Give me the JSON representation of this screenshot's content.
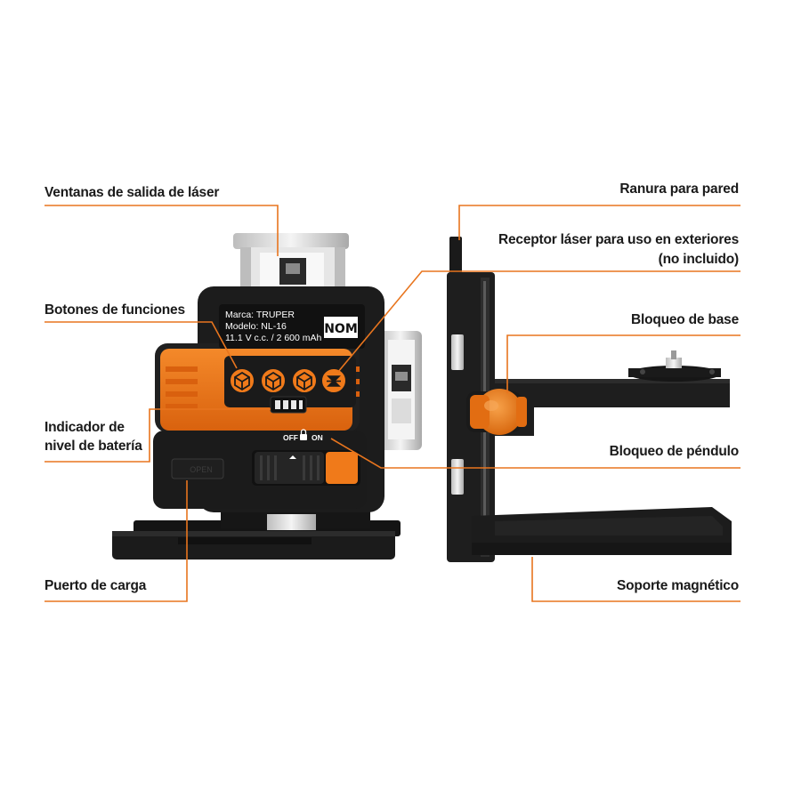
{
  "labels": {
    "laser_windows": "Ventanas de salida de láser",
    "function_buttons": "Botones de funciones",
    "battery_indicator_line1": "Indicador de",
    "battery_indicator_line2": "nivel de batería",
    "charging_port": "Puerto de carga",
    "wall_slot": "Ranura para pared",
    "receiver_line1": "Receptor láser para uso en  exteriores",
    "receiver_line2": "(no incluido)",
    "base_lock": "Bloqueo de base",
    "pendulum_lock": "Bloqueo de péndulo",
    "magnetic_stand": "Soporte magnético"
  },
  "device": {
    "spec_brand": "Marca: TRUPER",
    "spec_model": "Modelo: NL-16",
    "spec_power": "11.1 V c.c. / 2 600 mAh",
    "nom_logo": "NOM",
    "switch_off": "OFF",
    "switch_on": "ON",
    "port_text": "OPEN"
  },
  "colors": {
    "accent_orange": "#f07a1a",
    "body_black": "#1c1c1c",
    "leader_line": "#e8751e",
    "chrome": "#d9d9d9"
  }
}
